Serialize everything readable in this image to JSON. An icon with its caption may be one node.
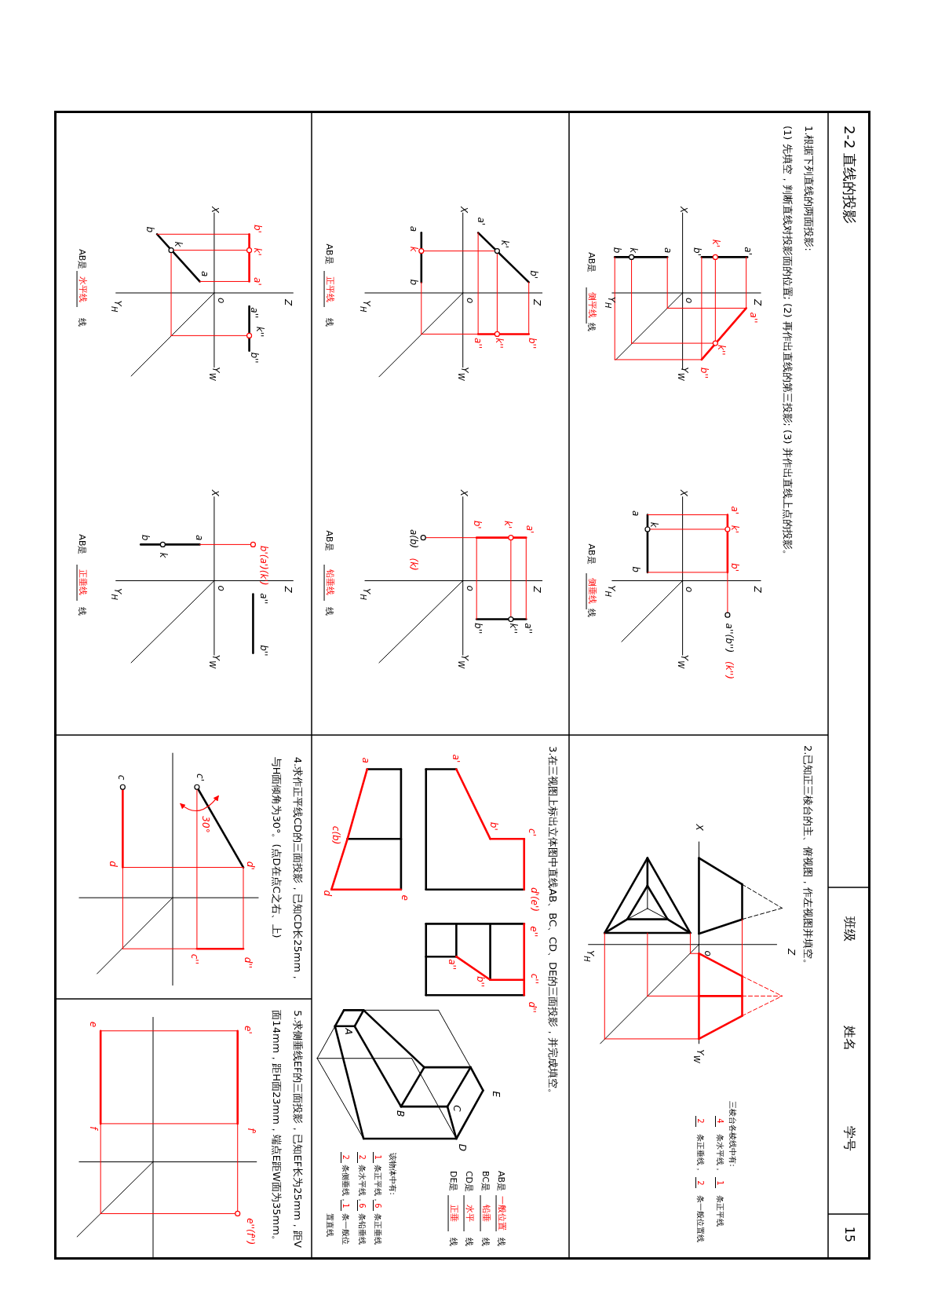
{
  "diagram": {
    "title": "2-2 直线的投影",
    "labels": [
      "班级",
      "姓名",
      "学号",
      "15",
      "1.根据下列直线的两面投影:",
      "(1) 先填空，判断直线对投影面的位置; (2) 再作出直线的第三投影; (3) 并作出直线上点的投影。",
      "X",
      "a'",
      "k'",
      "b'",
      "Z",
      "o",
      "a''",
      "k''",
      "b''",
      "a",
      "k",
      "b",
      "Y$_{H}$",
      "Y$_{W}$",
      "AB是",
      "侧平线",
      "线",
      "X",
      "a'",
      "k'",
      "b'",
      "Z",
      "o",
      "a''(b'')",
      "(k'')",
      "a",
      "k",
      "b",
      "Y$_{H}$",
      "Y$_{W}$",
      "AB是",
      "侧垂线",
      "线",
      "X",
      "a'",
      "k'",
      "b'",
      "Z",
      "o",
      "a''",
      "k''",
      "b''",
      "a",
      "k",
      "b",
      "Y$_{H}$",
      "Y$_{W}$",
      "AB是",
      "正平线",
      "线",
      "X",
      "b'",
      "k'",
      "a'",
      "Z",
      "o",
      "b''",
      "k''",
      "a''",
      "a(b)",
      "(k)",
      "Y$_{H}$",
      "Y$_{W}$",
      "AB是",
      "铅垂线",
      "线",
      "X",
      "b'",
      "k'",
      "a'",
      "Z",
      "o",
      "a''",
      "k''",
      "b''",
      "b",
      "k",
      "a",
      "Y$_{H}$",
      "Y$_{W}$",
      "AB是",
      "水平线",
      "线",
      "X",
      "b'(a')(k')",
      "Z",
      "o",
      "a''",
      "b''",
      "b",
      "k",
      "a",
      "Y$_{H}$",
      "Y$_{W}$",
      "AB是",
      "正垂线",
      "线",
      "2.已知正三棱台的主、俯视图，作左视图并填空。",
      "X",
      "Z",
      "o",
      "Y$_{H}$",
      "Y$_{W}$",
      "三棱台各棱线中有:",
      "4",
      "条水平线，",
      "1",
      "条正平线",
      "2",
      "条正垂线，",
      "2",
      "条一般位置线",
      "3.在三视图上标出立体图中直线AB、BC、CD、DE的三面投影，并完成填空。",
      "a'",
      "b'",
      "c'",
      "d'(e')",
      "e''",
      "a''",
      "b''",
      "c''",
      "d''",
      "a",
      "c(b)",
      "d",
      "e",
      "A",
      "B",
      "C",
      "D",
      "E",
      "AB是",
      "一般位置",
      "线",
      "BC是",
      "铅垂",
      "线",
      "CD是",
      "水平",
      "线",
      "DE是",
      "正垂",
      "线",
      "该物体中有:",
      "1",
      "条正平线，",
      "6",
      "条正垂线",
      "2",
      "条水平线，",
      "6",
      "条铅垂线",
      "2",
      "条侧垂线，",
      "1",
      "条一般位置直线",
      "4.求作正平线CD的三面投影，已知CD长25mm，与H面倾角为30°。(点D在点C之右、上)",
      "c'",
      "c",
      "30°",
      "d",
      "d'",
      "c''",
      "d''",
      "5.求侧垂线EF的三面投影，已知EF长为25mm，距V面14mm，距H面23mm，端点E距W面为35mm。",
      "e",
      "e'",
      "f",
      "f'",
      "e''(f'')"
    ]
  }
}
